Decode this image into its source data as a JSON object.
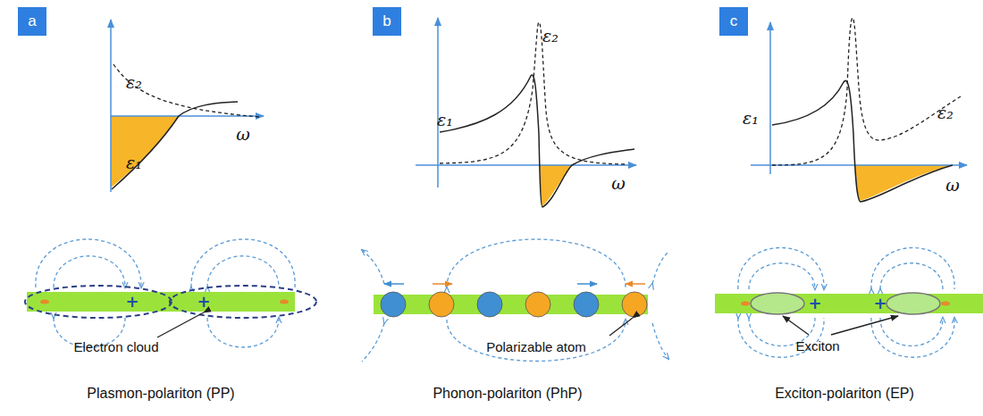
{
  "diagram": {
    "nodes": [
      {
        "text": [
          "a"
        ]
      },
      {
        "text": [
          "b"
        ]
      },
      {
        "text": [
          "c"
        ]
      }
    ],
    "labels": [
      "ε₂",
      "ε₁",
      "ω",
      "ε₁",
      "ε₂",
      "ω",
      "ε₁",
      "ε₂",
      "ω",
      "+",
      "+",
      "Electron cloud",
      "Polarizable atom",
      "+",
      "+",
      "Exciton",
      "Plasmon-polariton (PP)",
      "Phonon-polariton (PhP)",
      "Exciton-polariton (EP)"
    ]
  }
}
